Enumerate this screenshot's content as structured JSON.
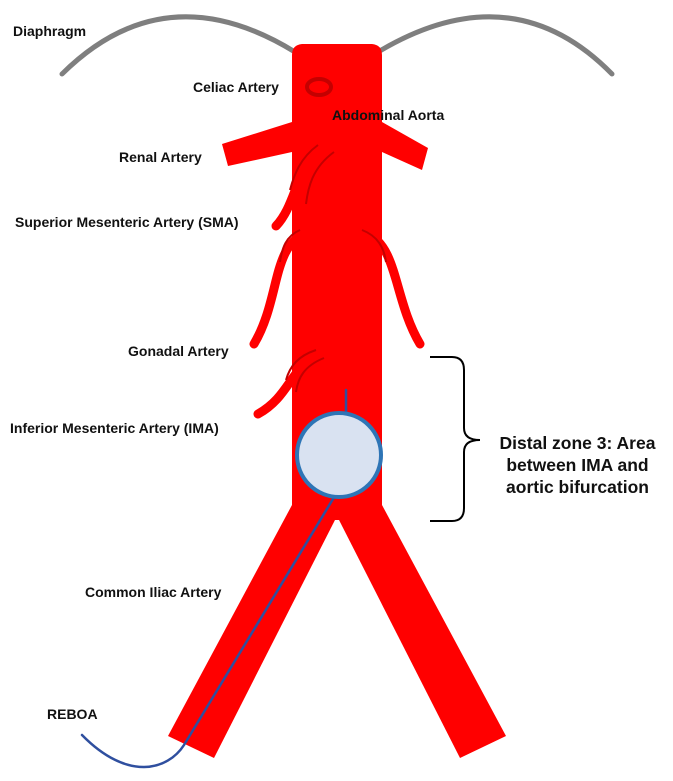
{
  "colors": {
    "artery": "#ff0000",
    "artery_dark": "#c40000",
    "diaphragm": "#7f7f7f",
    "balloon_fill": "#d9e2f1",
    "balloon_stroke": "#2e75b6",
    "catheter": "#2f4f9f",
    "bracket": "#000000"
  },
  "labels": {
    "diaphragm": "Diaphragm",
    "celiac": "Celiac Artery",
    "aorta": "Abdominal Aorta",
    "renal": "Renal Artery",
    "sma": "Superior Mesenteric Artery (SMA)",
    "gonadal": "Gonadal Artery",
    "ima": "Inferior Mesenteric Artery (IMA)",
    "iliac": "Common Iliac Artery",
    "reboa": "REBOA"
  },
  "zone_annotation": {
    "line1": "Distal zone 3: Area",
    "line2": "between IMA and",
    "line3": "aortic bifurcation"
  }
}
